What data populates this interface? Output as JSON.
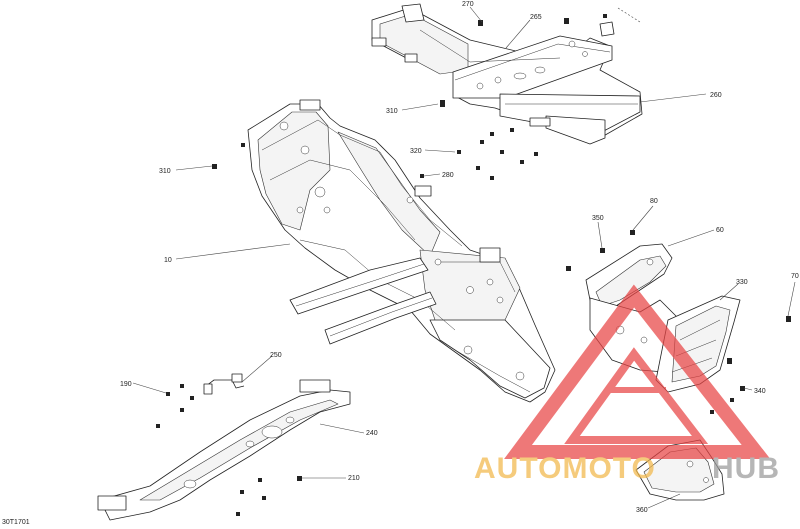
{
  "figure_code": "30T1701",
  "callouts": [
    "270",
    "265",
    "260",
    "310",
    "320",
    "280",
    "310",
    "10",
    "80",
    "350",
    "60",
    "70",
    "330",
    "250",
    "190",
    "240",
    "340",
    "210",
    "360"
  ],
  "watermark": {
    "word_part1": "AUTOMOTO",
    "word_part2": "HUB",
    "color_orange": "#f2b84b",
    "color_red": "#e84545",
    "color_grey": "#9a9a9a"
  }
}
